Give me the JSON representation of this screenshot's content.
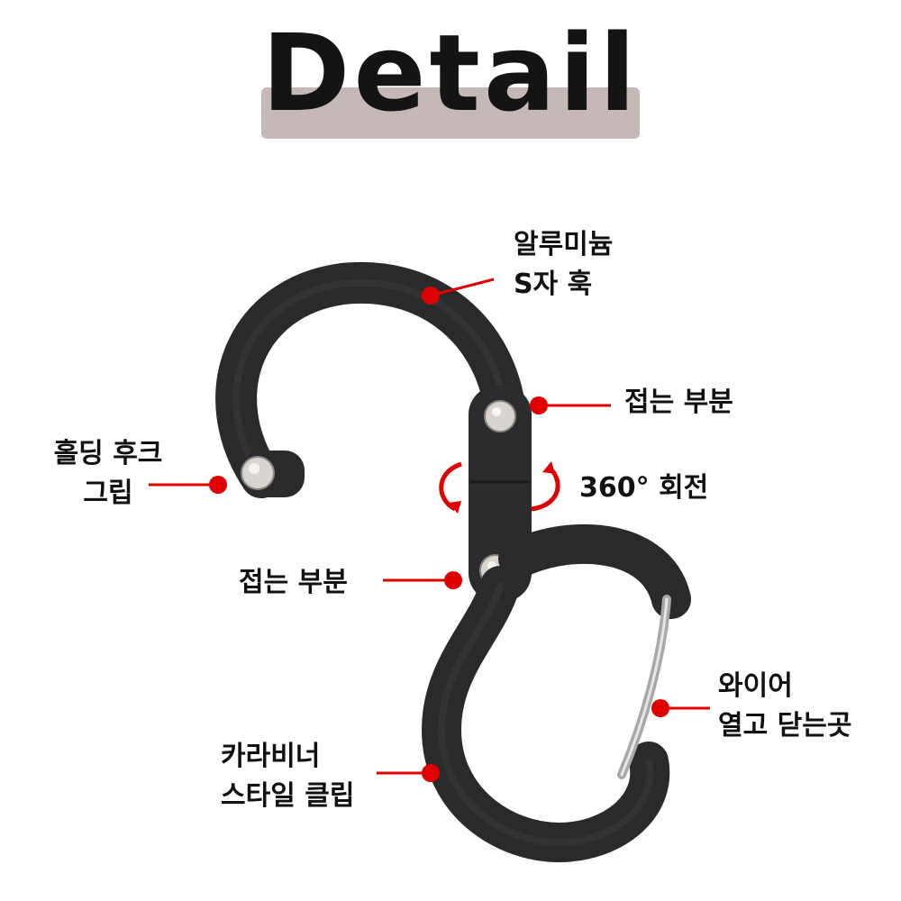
{
  "title": "Detail",
  "accent_color": "#e00000",
  "hook_color": "#2a2a2c",
  "labels": {
    "aluminum": [
      "알루미늄",
      "S자 훅"
    ],
    "fold_top": "접는 부분",
    "rotate": "360° 회전",
    "holding": [
      "홀딩 후크",
      "그립"
    ],
    "fold_bottom": "접는 부분",
    "wire": [
      "와이어",
      "열고 닫는곳"
    ],
    "carabiner": [
      "카라비너",
      "스타일 클립"
    ]
  }
}
